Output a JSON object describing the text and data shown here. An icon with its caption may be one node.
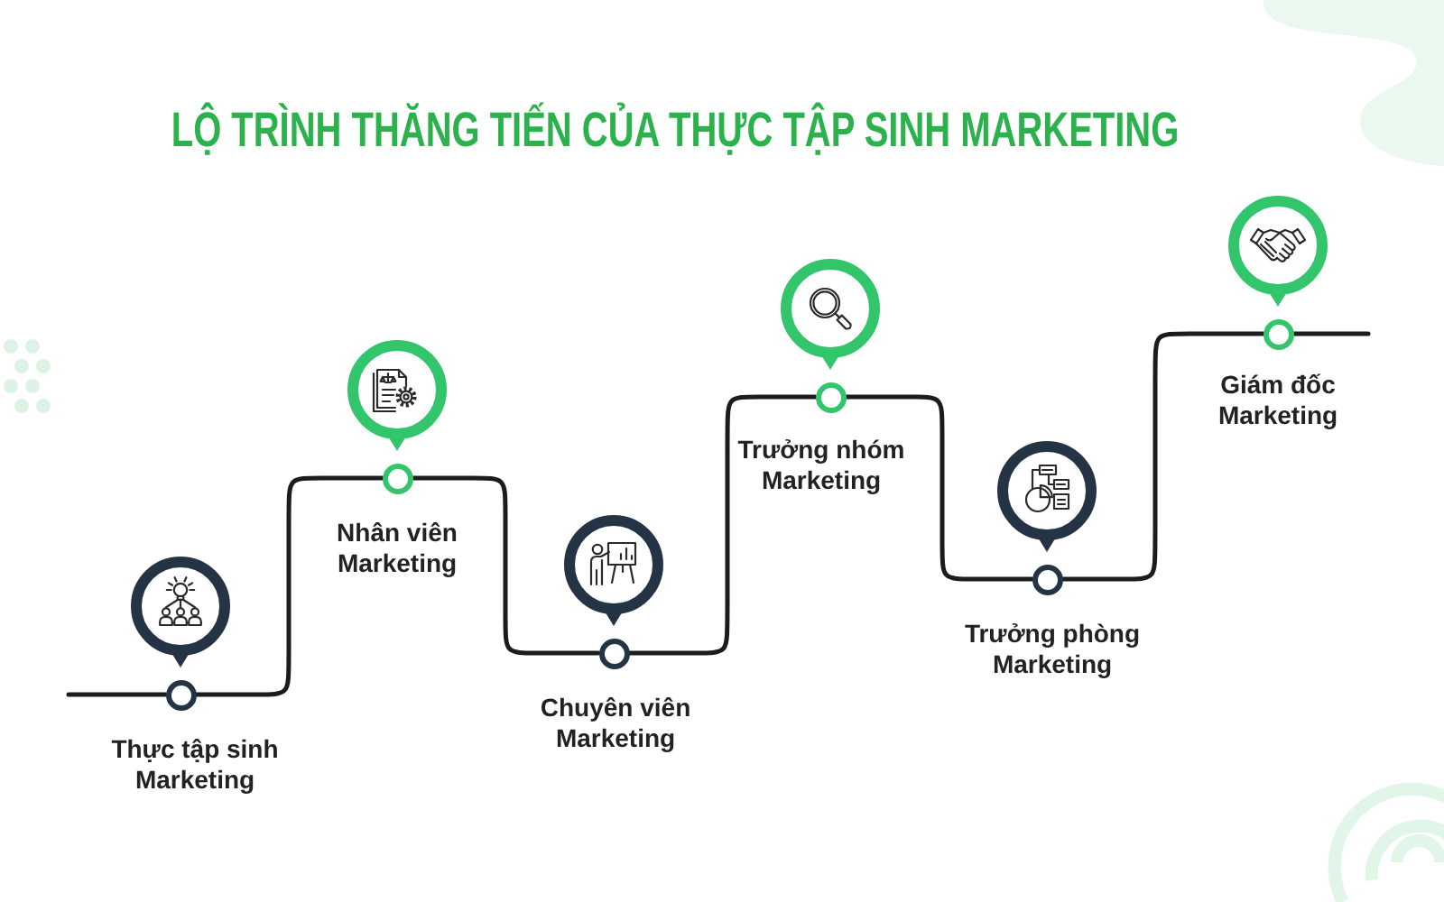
{
  "diagram": {
    "title": "LỘ TRÌNH THĂNG TIẾN CỦA THỰC TẬP SINH MARKETING",
    "nodes": [
      {
        "text": [],
        "shape": "circle",
        "beside": [
          "Thực tập sinh Marketing"
        ]
      },
      {
        "text": [],
        "shape": "circle",
        "beside": [
          "Nhân viên Marketing"
        ]
      },
      {
        "text": [],
        "shape": "circle",
        "beside": [
          "Chuyên viên Marketing"
        ]
      },
      {
        "text": [],
        "shape": "circle",
        "beside": [
          "Trưởng nhóm Marketing"
        ]
      },
      {
        "text": [],
        "shape": "circle",
        "beside": [
          "Trưởng phòng Marketing"
        ]
      },
      {
        "text": [],
        "shape": "circle",
        "beside": [
          "Giám đốc Marketing"
        ]
      }
    ],
    "edges": [
      {
        "from": null,
        "to": 0,
        "arrow": "none"
      },
      {
        "from": 0,
        "to": 1,
        "arrow": "none"
      },
      {
        "from": 1,
        "to": 2,
        "arrow": "none"
      },
      {
        "from": 2,
        "to": 3,
        "arrow": "none"
      },
      {
        "from": 3,
        "to": 4,
        "arrow": "none"
      },
      {
        "from": 4,
        "to": 5,
        "arrow": "none"
      },
      {
        "from": 5,
        "to": null,
        "arrow": "none"
      }
    ]
  }
}
